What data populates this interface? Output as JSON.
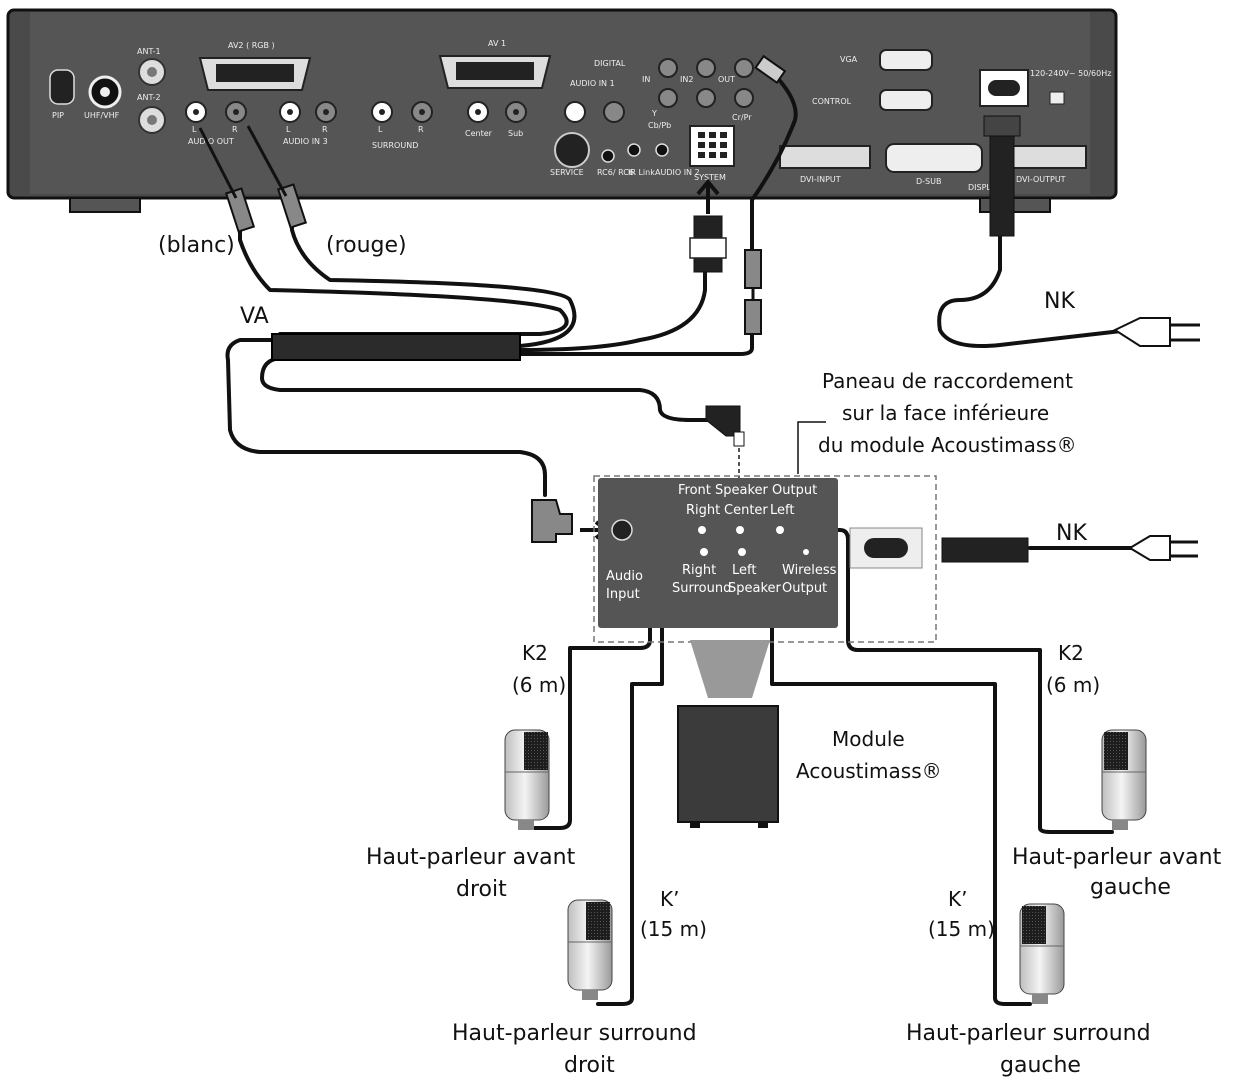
{
  "receiver": {
    "ports": {
      "ant1": "ANT-1",
      "ant2": "ANT-2",
      "pip": "PIP",
      "uhf_vhf": "UHF/VHF",
      "av2": "AV2 ( RGB )",
      "av1": "AV 1",
      "l": "L",
      "r": "R",
      "audio_out": "AUDIO OUT",
      "audio_in3": "AUDIO IN 3",
      "surround": "SURROUND",
      "center": "Center",
      "sub": "Sub",
      "digital": "DIGITAL",
      "audio_in1": "AUDIO IN 1",
      "in": "IN",
      "in2": "IN2",
      "out": "OUT",
      "y": "Y",
      "cb_pb": "Cb/Pb",
      "cr_pr": "Cr/Pr",
      "service": "SERVICE",
      "rc6": "RC6/ RC6",
      "ir_link": "IR Link",
      "audio_in2": "AUDIO IN 2",
      "system": "SYSTEM",
      "vga": "VGA",
      "control": "CONTROL",
      "power_spec": "120-240V~ 50/60Hz",
      "dvi_input": "DVI-INPUT",
      "d_sub": "D-SUB",
      "display": "DISPLAY",
      "dvi_output": "DVI-OUTPUT"
    }
  },
  "labels": {
    "blanc": "(blanc)",
    "rouge": "(rouge)",
    "va": "VA",
    "nk_top": "NK",
    "nk_mid": "NK",
    "panel_desc": [
      "Paneau de raccordement",
      "sur la face inférieure",
      "du module Acoustimass®"
    ],
    "module": [
      "Module",
      "Acoustimass®"
    ],
    "k2_left": [
      "K2",
      "(6 m)"
    ],
    "k2_right": [
      "K2",
      "(6 m)"
    ],
    "k1_left": [
      "K’",
      "(15 m)"
    ],
    "k1_right": [
      "K’",
      "(15 m)"
    ],
    "front_right": [
      "Haut-parleur avant",
      "droit"
    ],
    "front_left": [
      "Haut-parleur avant",
      "gauche"
    ],
    "surround_right": [
      "Haut-parleur surround",
      "droit"
    ],
    "surround_left": [
      "Haut-parleur surround",
      "gauche"
    ]
  },
  "panel": {
    "front_output": "Front Speaker Output",
    "right": "Right",
    "center": "Center",
    "left": "Left",
    "audio_input": [
      "Audio",
      "Input"
    ],
    "surround_right": [
      "Right",
      "Surround"
    ],
    "speaker_left": [
      "Left",
      "Speaker"
    ],
    "wireless": [
      "Wireless",
      "Output"
    ]
  }
}
